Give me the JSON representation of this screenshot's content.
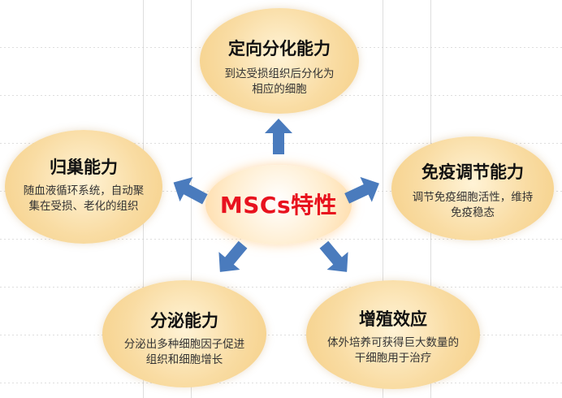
{
  "center": {
    "label": "MSCs特性",
    "color": "#e8121e"
  },
  "nodes": {
    "top": {
      "title": "定向分化能力",
      "desc": "到达受损组织后分化为相应的细胞"
    },
    "left": {
      "title": "归巢能力",
      "desc": "随血液循环系统，自动聚集在受损、老化的组织"
    },
    "right": {
      "title": "免疫调节能力",
      "desc": "调节免疫细胞活性，维持免疫稳态"
    },
    "bottom_left": {
      "title": "分泌能力",
      "desc": "分泌出多种细胞因子促进组织和细胞增长"
    },
    "bottom_right": {
      "title": "增殖效应",
      "desc": "体外培养可获得巨大数量的干细胞用于治疗"
    }
  },
  "colors": {
    "arrow": "#4a7bbd",
    "node_fill": "#f9dca3",
    "center_text": "#e8121e"
  },
  "icons": {
    "arrow": "arrow-icon"
  }
}
